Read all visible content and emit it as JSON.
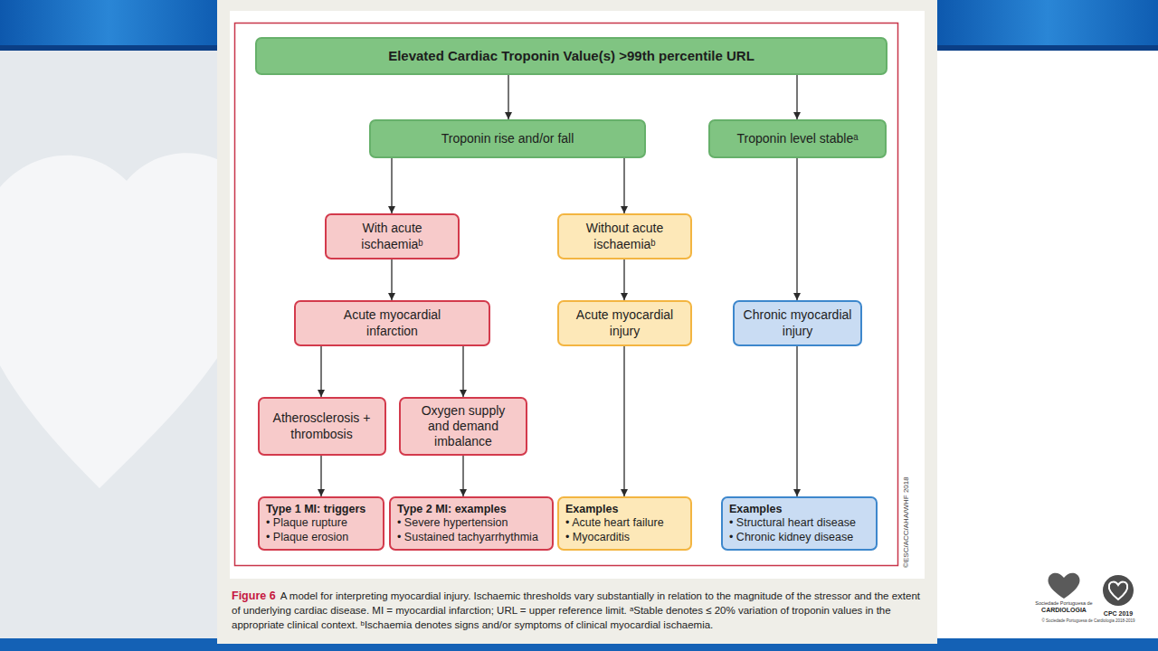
{
  "diagram": {
    "caption": "A model for interpreting myocardial injury. Ischaemic thresholds vary substantially in relation to the magnitude of the stressor and the extent of underlying cardiac disease. MI = myocardial infarction; URL = upper reference limit. ᵃStable denotes ≤ 20% variation of troponin values in the appropriate clinical context. ᵇIschaemia denotes signs and/or symptoms of clinical myocardial ischaemia.",
    "nodes": [
      {
        "text": [
          "Elevated Cardiac Troponin Value(s) >99th percentile URL"
        ]
      },
      {
        "text": [
          "Troponin rise and/or fall"
        ]
      },
      {
        "text": [
          "Troponin level stableᵃ"
        ]
      },
      {
        "text": [
          "With acute ischaemiaᵇ"
        ]
      },
      {
        "text": [
          "Without acute ischaemiaᵇ"
        ]
      },
      {
        "text": [
          "Acute myocardial infarction"
        ]
      },
      {
        "text": [
          "Acute myocardial injury"
        ]
      },
      {
        "text": [
          "Chronic myocardial injury"
        ]
      },
      {
        "text": [
          "Atherosclerosis + thrombosis"
        ]
      },
      {
        "text": [
          "Oxygen supply and demand imbalance"
        ]
      },
      {
        "text": [
          "Type 1 MI: triggers",
          "• Plaque rupture",
          "• Plaque erosion"
        ]
      },
      {
        "text": [
          "Type 2 MI: examples",
          "• Severe hypertension",
          "• Sustained tachyarrhythmia"
        ]
      },
      {
        "text": [
          "Examples",
          "• Acute heart failure",
          "• Myocarditis"
        ]
      },
      {
        "text": [
          "Examples",
          "• Structural heart disease",
          "• Chronic kidney disease"
        ]
      }
    ],
    "edges": [
      {
        "from": 0,
        "to": 1,
        "arrow": "to"
      },
      {
        "from": 0,
        "to": 2,
        "arrow": "to"
      },
      {
        "from": 1,
        "to": 3,
        "arrow": "to"
      },
      {
        "from": 1,
        "to": 4,
        "arrow": "to"
      },
      {
        "from": 3,
        "to": 5,
        "arrow": "to"
      },
      {
        "from": 4,
        "to": 6,
        "arrow": "to"
      },
      {
        "from": 2,
        "to": 7,
        "arrow": "to"
      },
      {
        "from": 5,
        "to": 8,
        "arrow": "to"
      },
      {
        "from": 5,
        "to": 9,
        "arrow": "to"
      },
      {
        "from": 8,
        "to": 10,
        "arrow": "to"
      },
      {
        "from": 9,
        "to": 11,
        "arrow": "to"
      },
      {
        "from": 6,
        "to": 12,
        "arrow": "to"
      },
      {
        "from": 7,
        "to": 13,
        "arrow": "to"
      }
    ],
    "labels": [
      "Figure 6",
      "©ESC/ACC/AHA/WHF 2018",
      "Sociedade Portuguesa de",
      "CARDIOLOGIA",
      "© Sociedade Portuguesa de Cardiologia 2018-2019",
      "CPC 2019"
    ]
  }
}
